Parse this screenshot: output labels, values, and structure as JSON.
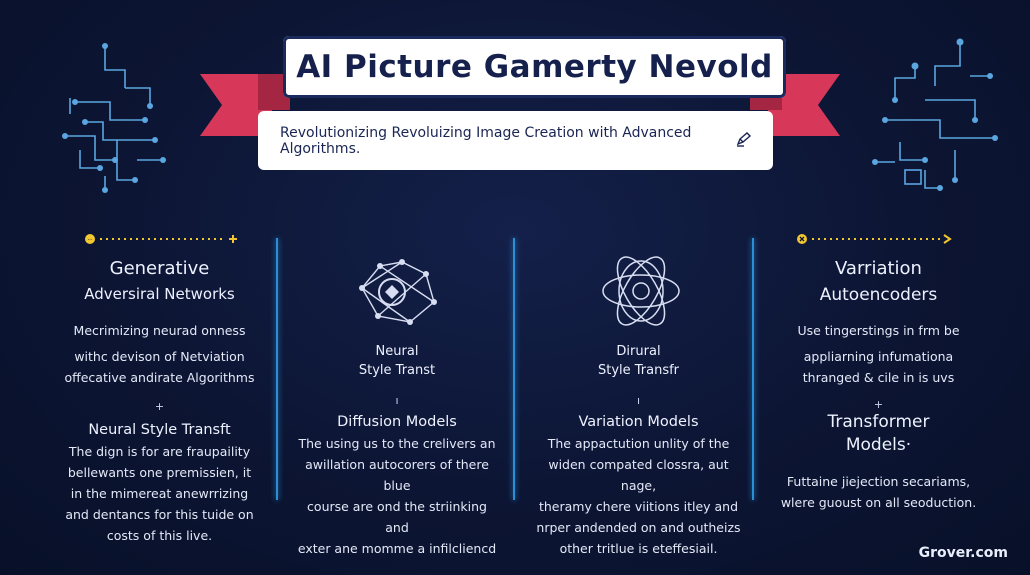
{
  "header": {
    "title": "AI Picture  Gamerty Nevold",
    "subtitle": "Revolutionizing Revoluizing Image Creation with Advanced Algorithms."
  },
  "columns": [
    {
      "title_line1": "Generative",
      "title_line2": "Adversiral Networks",
      "desc": [
        "Mecrimizing neurad onness",
        "withc devison of Netviation",
        "offecative andirate Algorithms"
      ],
      "tick": "+",
      "sub_title": "Neural Style Transft",
      "sub_desc": [
        "The dign is for are fraupaility",
        "bellewants one premissien, it",
        "in the mimereat anewrrizing",
        "and dentancs for this tuide on",
        "costs of this live."
      ]
    },
    {
      "icon_label_line1": "Neural",
      "icon_label_line2": "Style Transt",
      "tick": "ı",
      "sub_title": "Diffusion Models",
      "sub_desc": [
        "The using us to the crelivers an",
        "awillation autocorers of there blue",
        "course are ond the striinking and",
        "exter ane momme a infilcliencd"
      ]
    },
    {
      "icon_label_line1": "Dirural",
      "icon_label_line2": "Style Transfr",
      "tick": "ı",
      "sub_title": "Variation Models",
      "sub_desc": [
        "The appactution unlity of the",
        "widen compated clossra, aut nage,",
        "theramy chere viitions itley and",
        "nrper andended on and outheizs",
        "other tritlue is eteffesiail."
      ]
    },
    {
      "title_line1": "Varriation",
      "title_line2": "Autoencoders",
      "desc": [
        "Use tingerstings in frm be",
        "appliarning infumationa",
        "thranged & cile in is uvs"
      ],
      "tick": "+",
      "sub_title_line1": "Transformer",
      "sub_title_line2": "Models·",
      "sub_desc": [
        "Futtaine jiejection secariams,",
        "wlere guoust on all seoduction."
      ]
    }
  ],
  "footer": "Grover.com",
  "colors": {
    "ribbon": "#d7385a",
    "divider": "#2b8fd6",
    "accent": "#f2c62e",
    "circuit": "#5aa6e0"
  },
  "icons": [
    "edit-icon",
    "circuit-graphic-left",
    "circuit-graphic-right",
    "network-node-icon",
    "atom-orbit-icon"
  ]
}
